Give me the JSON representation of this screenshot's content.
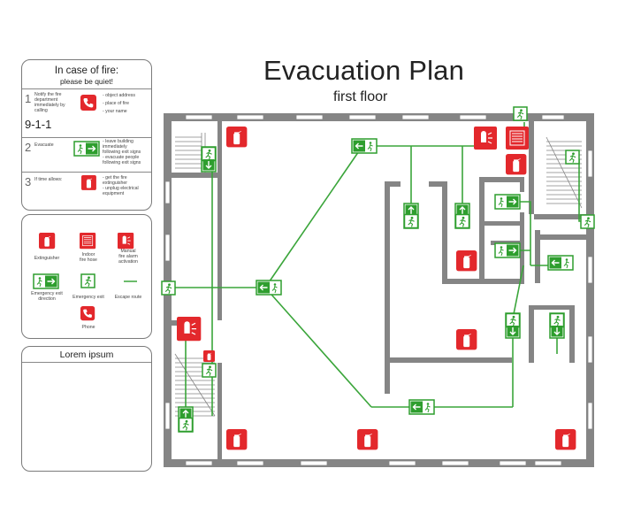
{
  "title": "Evacuation Plan",
  "subtitle": "first floor",
  "steps_panel": {
    "heading_line1": "In case of fire:",
    "heading_line2": "please be quiet!",
    "steps": [
      {
        "number": "1",
        "text_lines": [
          "Notify the fire",
          "department",
          "immediately by",
          "calling"
        ],
        "big": "9-1-1",
        "icon": "phone-icon",
        "bullets": [
          "- object address",
          "- place of fire",
          "- your name"
        ]
      },
      {
        "number": "2",
        "text_lines": [
          "Evacuate"
        ],
        "icon": "emergency-exit-direction-icon",
        "bullets": [
          "- leave building",
          "immediately",
          "following exit signs",
          "- evacuate people",
          "following exit signs"
        ]
      },
      {
        "number": "3",
        "text_lines": [
          "If time allows:"
        ],
        "icon": "extinguisher-icon",
        "bullets": [
          "- get the fire",
          "extinguisher",
          "- unplug electrical",
          "equipment"
        ]
      }
    ]
  },
  "legend_panel": {
    "items": [
      {
        "icon": "extinguisher-icon",
        "label_lines": [
          "Extinguisher"
        ]
      },
      {
        "icon": "fire-hose-icon",
        "label_lines": [
          "Indoor",
          "fire hose"
        ]
      },
      {
        "icon": "fire-alarm-icon",
        "label_lines": [
          "Manual",
          "fire alarm",
          "activation"
        ]
      },
      {
        "icon": "emergency-exit-direction-icon",
        "label_lines": [
          "Emergency exit",
          "direction"
        ]
      },
      {
        "icon": "emergency-exit-icon",
        "label_lines": [
          "Emergency exit"
        ]
      },
      {
        "icon": "escape-route-icon",
        "label_lines": [
          "Escape route"
        ]
      },
      {
        "icon": "phone-icon",
        "label_lines": [
          "Phone"
        ]
      }
    ]
  },
  "notes_panel": {
    "heading": "Lorem ipsum"
  },
  "colors": {
    "sign_red": "#e3282c",
    "exit_green": "#2e9e2e",
    "wall_gray": "#858585",
    "route_green": "#3aa53a"
  }
}
